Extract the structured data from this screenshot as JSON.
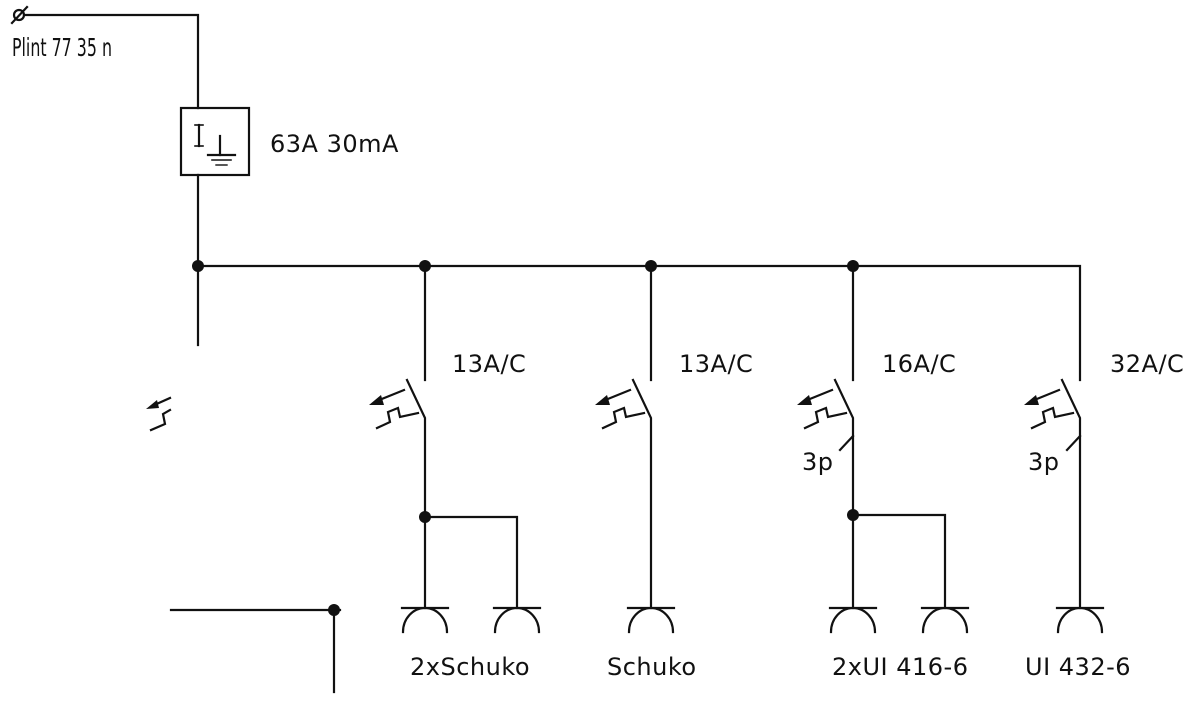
{
  "supply": {
    "terminal_symbol": "⌀",
    "label": "Plint 77 35 n"
  },
  "rcd": {
    "symbol": "I⏊",
    "rating": "63A 30mA"
  },
  "branches": [
    {
      "breaker": "13A/C",
      "poles": "",
      "load": "2xSchuko",
      "sockets": 2
    },
    {
      "breaker": "13A/C",
      "poles": "",
      "load": "Schuko",
      "sockets": 1
    },
    {
      "breaker": "16A/C",
      "poles": "3p",
      "load": "2xUI 416-6",
      "sockets": 2
    },
    {
      "breaker": "32A/C",
      "poles": "3p",
      "load": "UI 432-6",
      "sockets": 1
    }
  ]
}
